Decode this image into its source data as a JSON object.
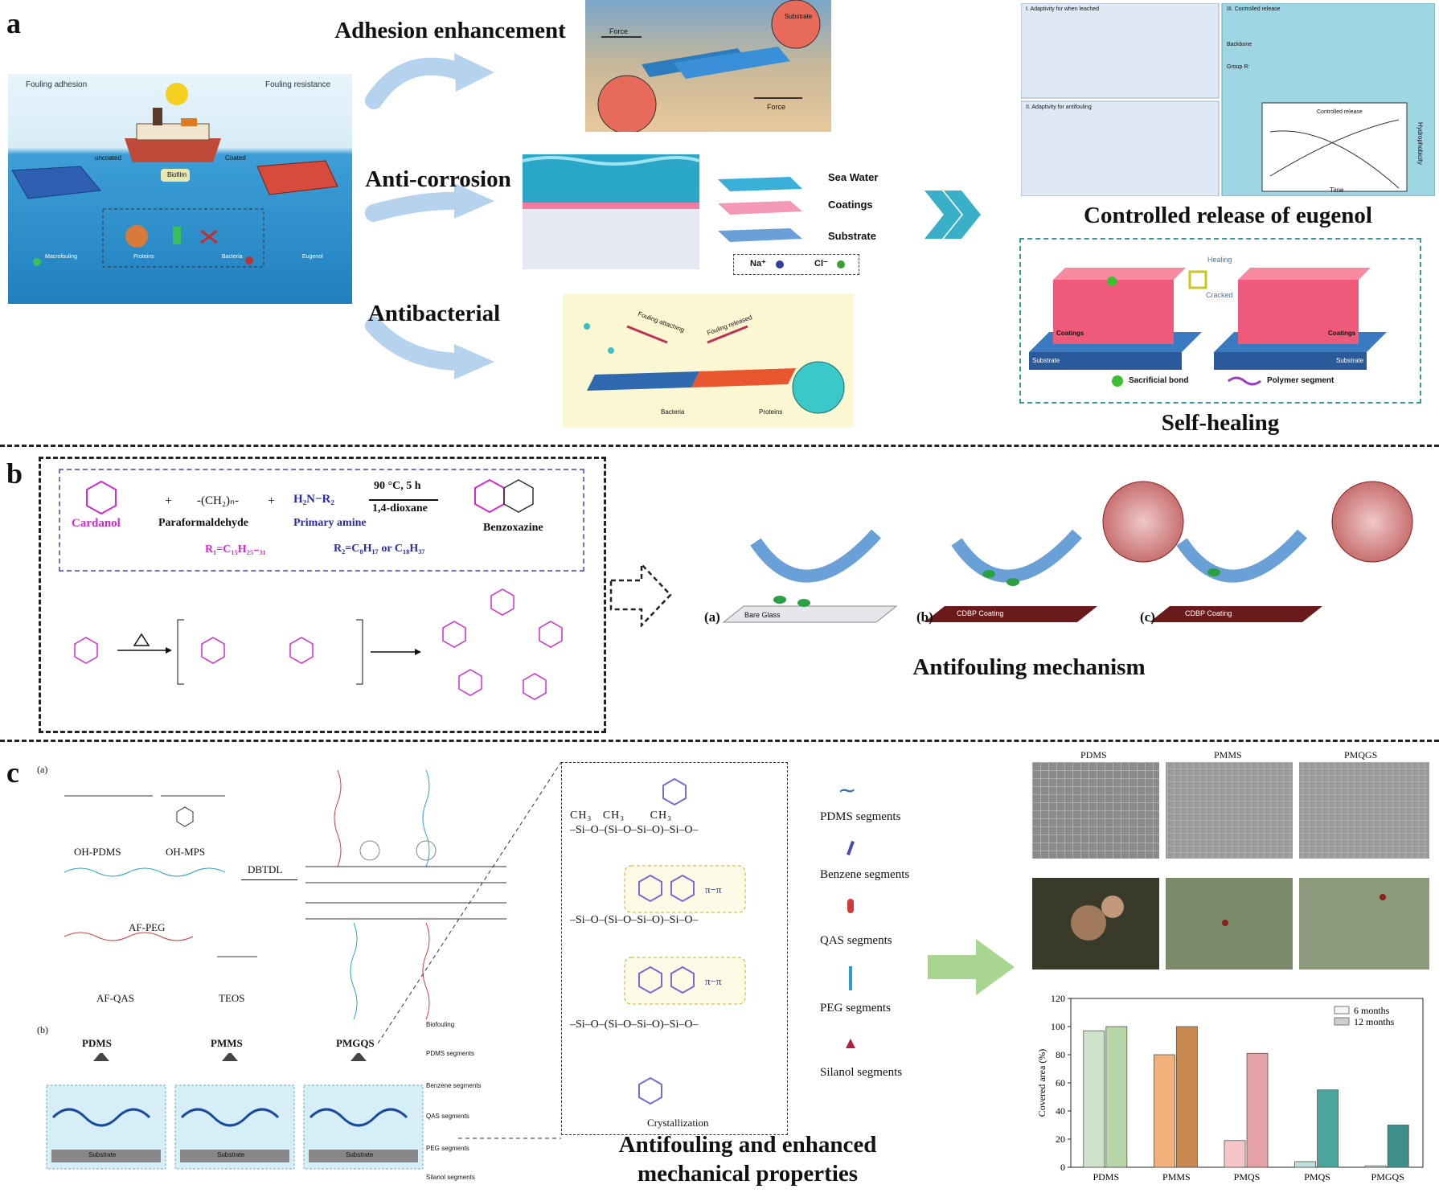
{
  "panel_a": {
    "letter": "a",
    "ship_scene": {
      "fouling_adhesion": "Fouling adhesion",
      "fouling_resistance": "Fouling resistance",
      "uncoated": "uncoated",
      "coated": "Coated",
      "biofilm": "Biofilm",
      "legend": [
        "Macrofouling",
        "Proteins",
        "Bacteria",
        "Eugenol"
      ]
    },
    "adhesion_title": "Adhesion enhancement",
    "adhesion_force1": "Force",
    "adhesion_force2": "Force",
    "adhesion_substrate": "Substrate",
    "anticorrosion_title": "Anti-corrosion",
    "anticorrosion_legend": {
      "sea_water": "Sea Water",
      "coatings": "Coatings",
      "substrate": "Substrate",
      "na": "Na⁺",
      "cl": "Cl⁻"
    },
    "antibacterial_title": "Antibacterial",
    "antibacterial_labels": {
      "fouling_attaching": "Fouling attaching",
      "fouling_released": "Fouling released",
      "bacteria": "Bacteria",
      "proteins": "Proteins"
    },
    "controlled_release_title": "Controlled release of eugenol",
    "controlled_release_sub": {
      "i": "I. Adaptivity for when leached",
      "ii": "II. Adaptivity for antifouling",
      "iii": "III. Controlled release",
      "backbone": "Backbone",
      "group": "Group R:",
      "time": "Time",
      "hydrophobicity": "Hydrophobicity",
      "controlled_release": "Controlled release"
    },
    "self_healing_title": "Self-healing",
    "self_healing_labels": {
      "healing": "Healing",
      "cracked": "Cracked",
      "coatings": "Coatings",
      "substrate": "Substrate",
      "sacrificial_bond": "Sacrificial bond",
      "polymer_segment": "Polymer segment"
    }
  },
  "panel_b": {
    "letter": "b",
    "reaction": {
      "cardanol": "Cardanol",
      "paraformaldehyde": "Paraformaldehyde",
      "paraform_formula": "-(CH₂)ₙ-",
      "amine": "Primary amine",
      "amine_formula": "H₂N−R₂",
      "conditions_top": "90 °C, 5 h",
      "conditions_bottom": "1,4-dioxane",
      "product": "Benzoxazine",
      "r1": "R₁=C₁₅H₂₅₋₃₁",
      "r2": "R₂=C₈H₁₇  or  C₁₈H₃₇",
      "plus": "+"
    },
    "mechanism_title": "Antifouling mechanism",
    "surfaces": [
      {
        "tag": "(a)",
        "label": "Bare Glass"
      },
      {
        "tag": "(b)",
        "label": "CDBP Coating"
      },
      {
        "tag": "(c)",
        "label": "CDBP Coating"
      }
    ]
  },
  "panel_c": {
    "letter": "c",
    "sub_a": "(a)",
    "sub_b": "(b)",
    "monomers": [
      "OH-PDMS",
      "OH-MPS",
      "AF-PEG",
      "AF-QAS",
      "TEOS"
    ],
    "catalyst": "DBTDL",
    "coatings_b": [
      "PDMS",
      "PMMS",
      "PMGQS"
    ],
    "substrate": "Substrate",
    "mini_legend": [
      "Biofouling",
      "PDMS segments",
      "Benzene segments",
      "QAS segments",
      "PEG segments",
      "Silanol segments"
    ],
    "crystallization": "Crystallization",
    "pi_pi": "π−π",
    "legend": [
      "PDMS segments",
      "Benzene segments",
      "QAS segments",
      "PEG segments",
      "Silanol segments"
    ],
    "title_line1": "Antifouling and enhanced",
    "title_line2": "mechanical properties",
    "micro_labels": [
      "PDMS",
      "PMMS",
      "PMQGS"
    ],
    "colors": {
      "pdms": "#2a6fb0",
      "benzene": "#4a4ab8",
      "qas": "#d23a3a",
      "peg": "#2aa0c8",
      "silanol": "#b02040"
    }
  },
  "chart_data": {
    "type": "bar",
    "categories": [
      "PDMS",
      "PMMS",
      "PMQS",
      "PMQS",
      "PMGQS"
    ],
    "category_labels": [
      "PDMS",
      "PMMS",
      "PMQS",
      "PMQS",
      "PMGQS"
    ],
    "series": [
      {
        "name": "6 months",
        "values": [
          97,
          80,
          19,
          4,
          1
        ],
        "colors": [
          "#cfe3c8",
          "#f2b07a",
          "#f4c6ca",
          "#bfe0dc",
          "#cde6f2"
        ]
      },
      {
        "name": "12 months",
        "values": [
          100,
          100,
          81,
          55,
          30
        ],
        "colors": [
          "#b7d6aa",
          "#c98a52",
          "#e6a1a6",
          "#4aa69a",
          "#3d8f8c"
        ]
      }
    ],
    "ylabel": "Covered area (%)",
    "ylim": [
      0,
      120
    ],
    "yticks": [
      0,
      20,
      40,
      60,
      80,
      100,
      120
    ],
    "legend_position": "top-right"
  }
}
